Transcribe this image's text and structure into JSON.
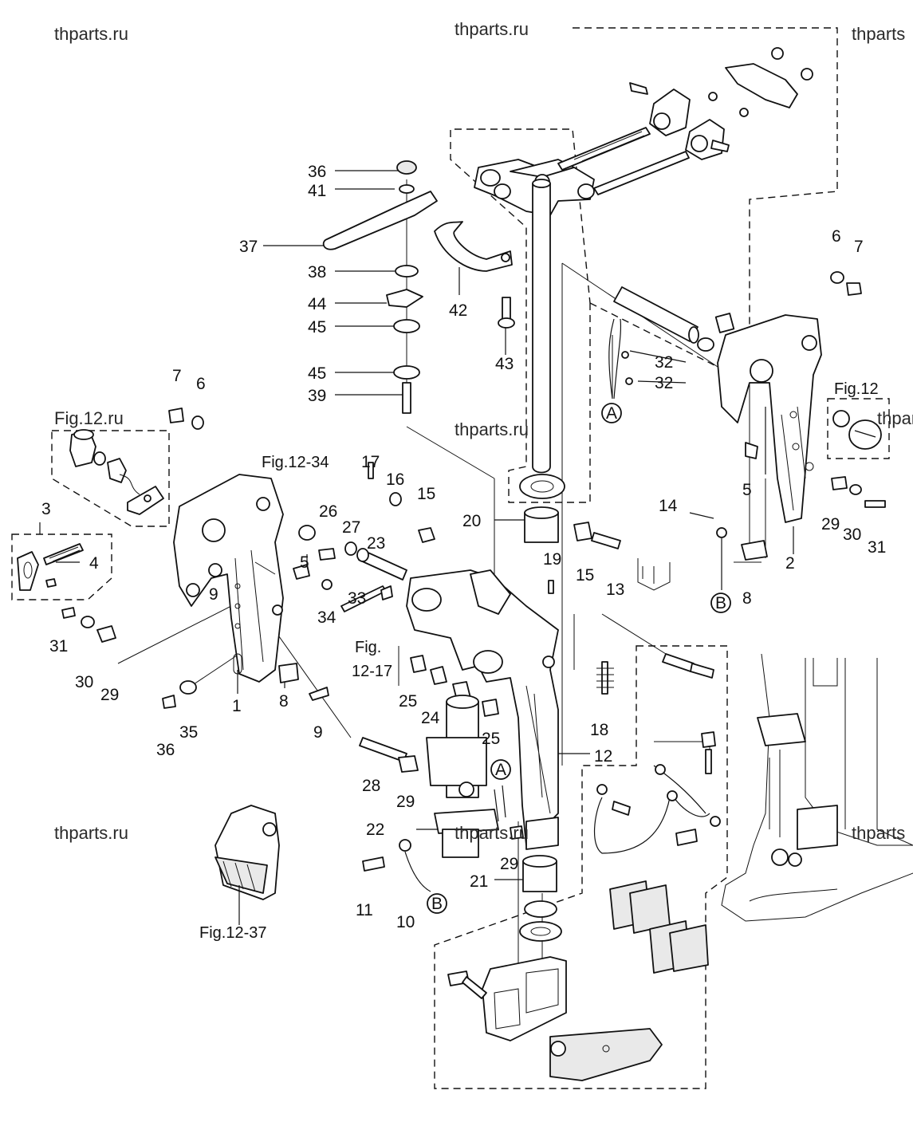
{
  "watermarks": [
    "thparts.ru",
    "thparts.ru",
    "thparts",
    "Fig.12.ru",
    "thparts.ru",
    "thparts.ru",
    "thparts.ru",
    "thparts",
    "thparts"
  ],
  "references": {
    "fig_12_34": "Fig.12-34",
    "fig_12_17_a": "Fig.",
    "fig_12_17_b": "12-17",
    "fig_12_37": "Fig.12-37",
    "fig_12_right": "Fig.12"
  },
  "connectors": {
    "a1": "A",
    "a2": "A",
    "b1": "B",
    "b2": "B"
  },
  "callouts": [
    "36",
    "41",
    "37",
    "38",
    "44",
    "45",
    "45",
    "39",
    "42",
    "43",
    "6",
    "7",
    "32",
    "32",
    "7",
    "6",
    "3",
    "4",
    "5",
    "9",
    "31",
    "30",
    "29",
    "1",
    "8",
    "9",
    "36",
    "35",
    "17",
    "16",
    "15",
    "26",
    "27",
    "23",
    "20",
    "19",
    "15",
    "13",
    "14",
    "5",
    "29",
    "30",
    "31",
    "2",
    "8",
    "33",
    "34",
    "25",
    "24",
    "25",
    "18",
    "12",
    "28",
    "29",
    "22",
    "29",
    "21",
    "11",
    "10"
  ]
}
